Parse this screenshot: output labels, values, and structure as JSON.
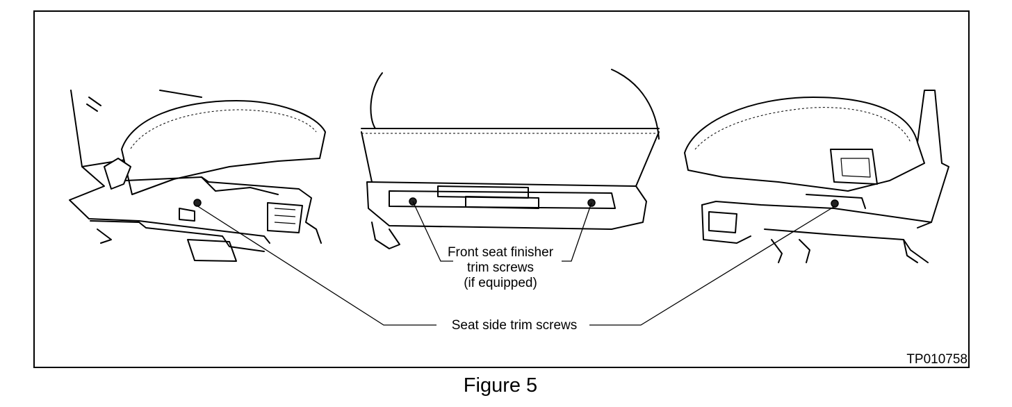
{
  "labels": {
    "finisher_line1": "Front seat finisher",
    "finisher_line2": "trim screws",
    "finisher_line3": "(if equipped)",
    "side": "Seat side trim screws",
    "code": "TP010758"
  },
  "caption": "Figure 5"
}
